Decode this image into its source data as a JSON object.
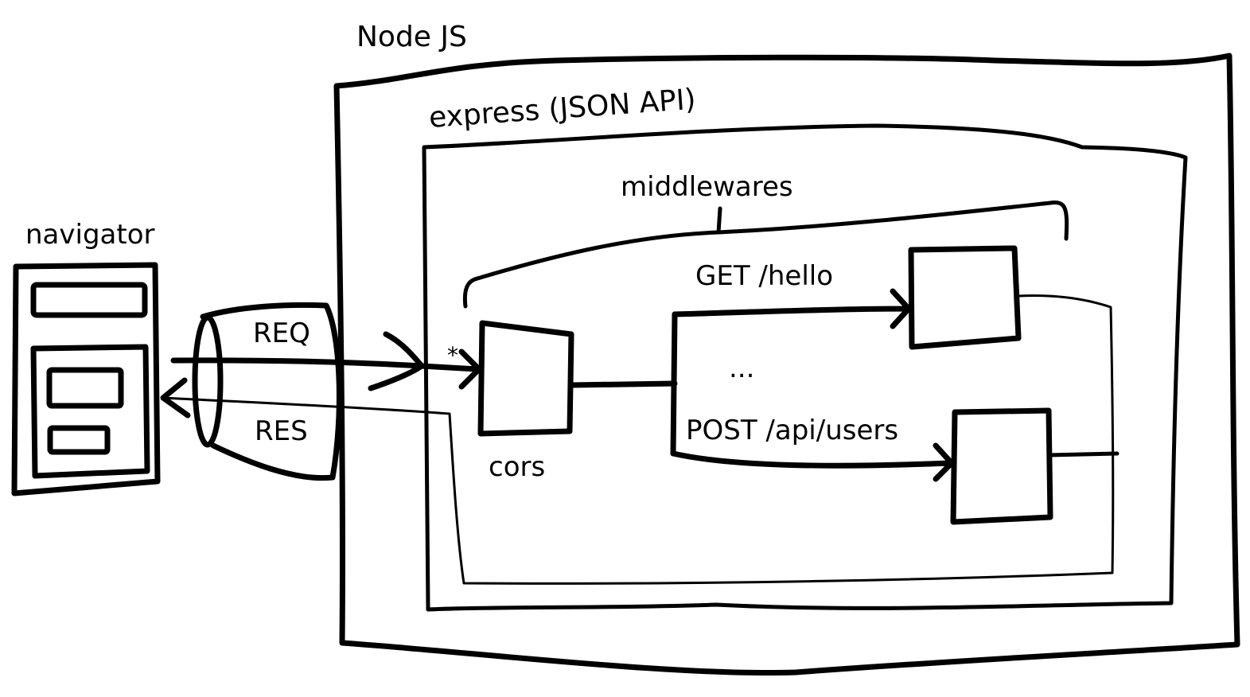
{
  "diagram": {
    "node_label": "Node JS",
    "express_label": "express (JSON API)",
    "middlewares_label": "middlewares",
    "navigator_label": "navigator",
    "req_label": "REQ",
    "res_label": "RES",
    "wildcard_label": "*",
    "cors_label": "cors",
    "route_get_label": "GET /hello",
    "route_ellipsis": "...",
    "route_post_label": "POST /api/users"
  }
}
